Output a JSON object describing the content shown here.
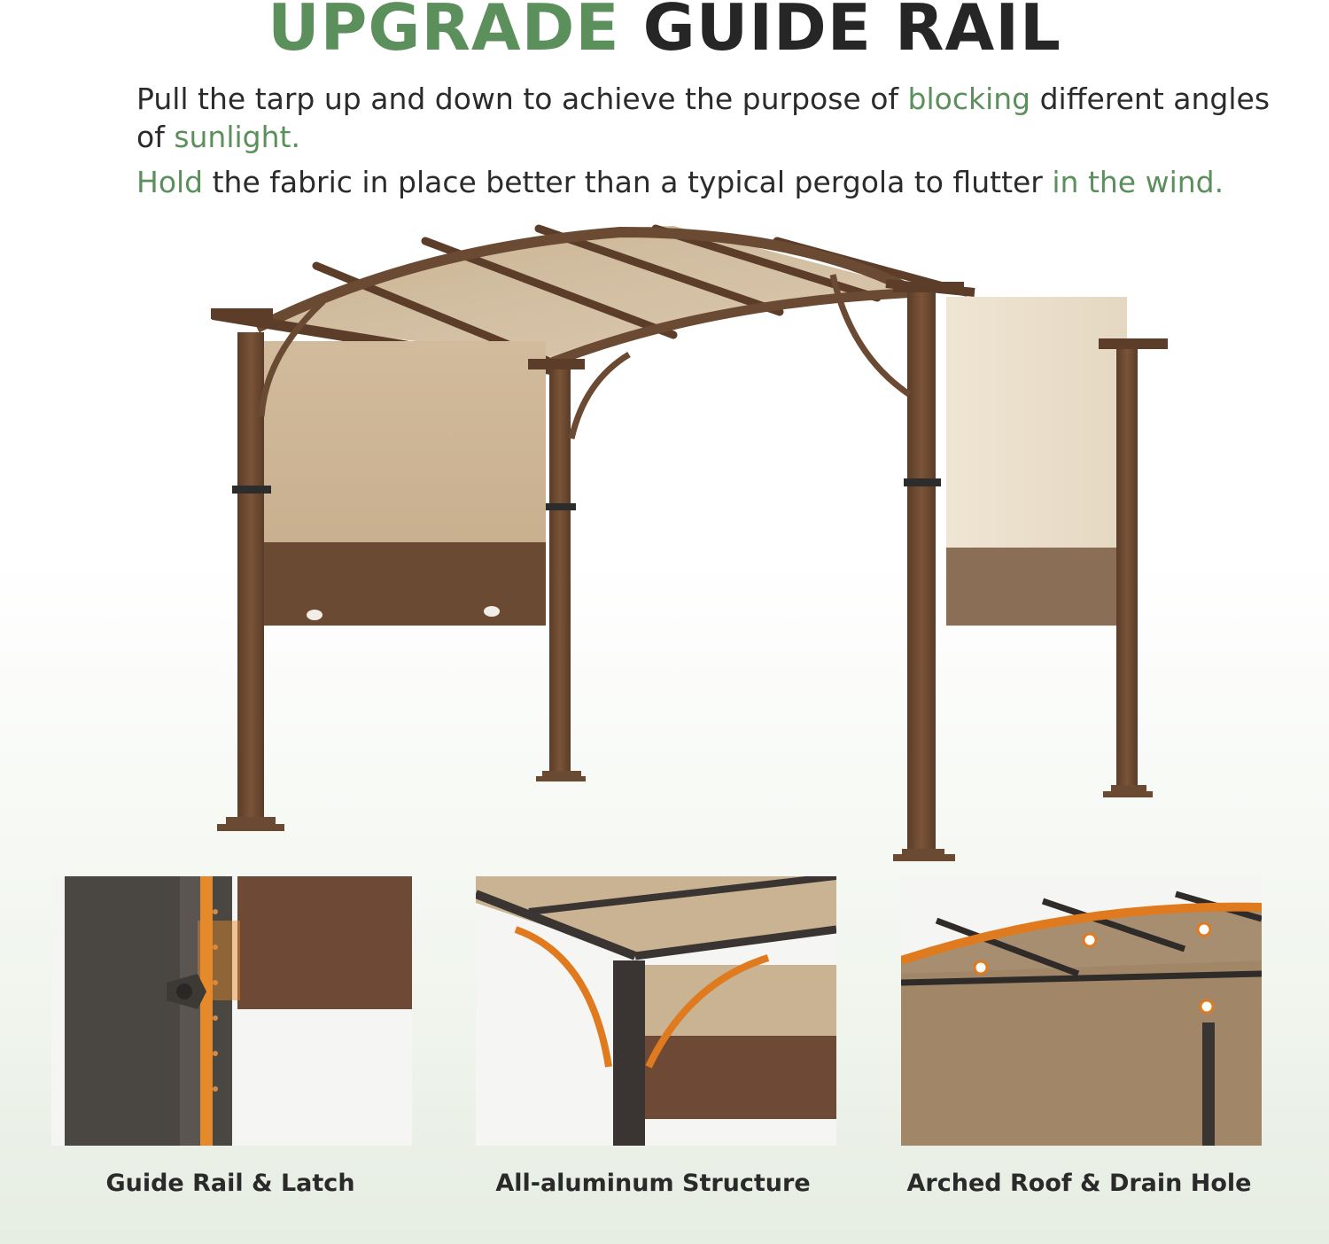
{
  "header": {
    "title_highlight": "UPGRADE",
    "title_rest": "GUIDE RAIL"
  },
  "description": {
    "line1": {
      "part1": "Pull the tarp up and down to achieve the purpose of ",
      "highlight1": "blocking",
      "part2": " different angles of ",
      "highlight2": "sunlight."
    },
    "line2": {
      "highlight1": "Hold",
      "part1": " the fabric in place better than a typical pergola to flutter ",
      "highlight2": "in the wind."
    }
  },
  "features": [
    {
      "caption": "Guide Rail & Latch"
    },
    {
      "caption": "All-aluminum Structure"
    },
    {
      "caption": "Arched Roof & Drain Hole"
    }
  ],
  "colors": {
    "accent_green": "#5b8f5b",
    "frame_brown": "#6b4a33",
    "canopy_beige": "#cdb79a",
    "highlight_orange": "#e07a1f"
  }
}
